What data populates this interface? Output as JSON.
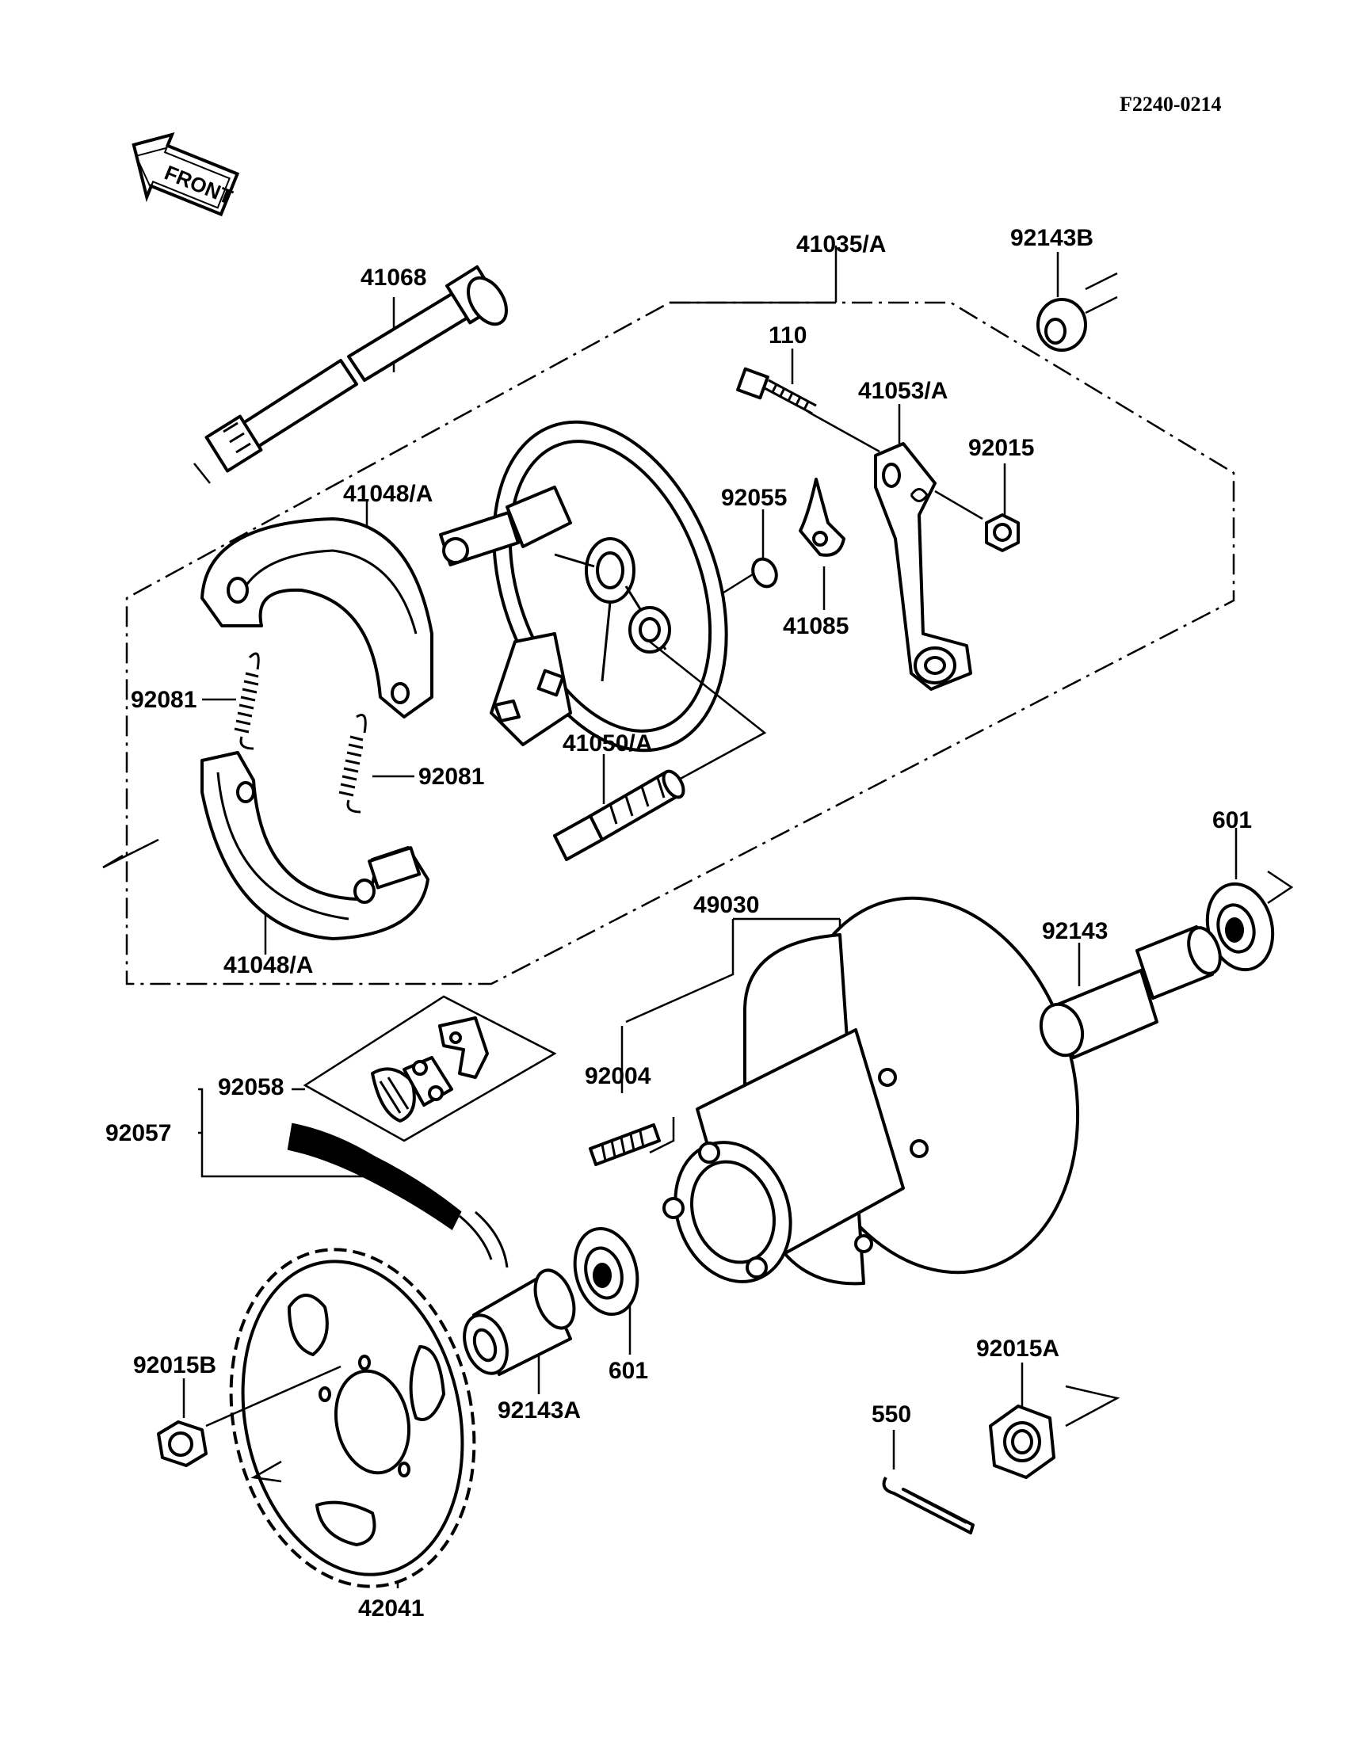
{
  "diagram_code": "F2240-0214",
  "front_label": "FRONT",
  "parts": {
    "p41068": "41068",
    "p41035A": "41035/A",
    "p92143B": "92143B",
    "p110": "110",
    "p41053A": "41053/A",
    "p92015": "92015",
    "p41048A_top": "41048/A",
    "p92055": "92055",
    "p41085": "41085",
    "p92081_left": "92081",
    "p92081_right": "92081",
    "p41050A": "41050/A",
    "p41048A_bottom": "41048/A",
    "p601_right": "601",
    "p49030": "49030",
    "p92143": "92143",
    "p92004": "92004",
    "p92058": "92058",
    "p92057": "92057",
    "p601_left": "601",
    "p92143A": "92143A",
    "p92015B": "92015B",
    "p92015A": "92015A",
    "p550": "550",
    "p42041": "42041"
  },
  "icons": [
    "front-arrow-icon"
  ]
}
